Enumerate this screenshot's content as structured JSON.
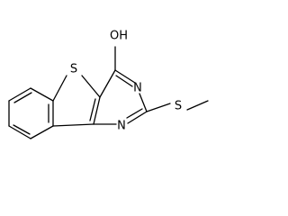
{
  "structure": {
    "atoms": {
      "hydroxyl": "OH",
      "ring_sulfur": "S",
      "n3": "N",
      "n1": "N",
      "thioether_sulfur": "S"
    }
  }
}
